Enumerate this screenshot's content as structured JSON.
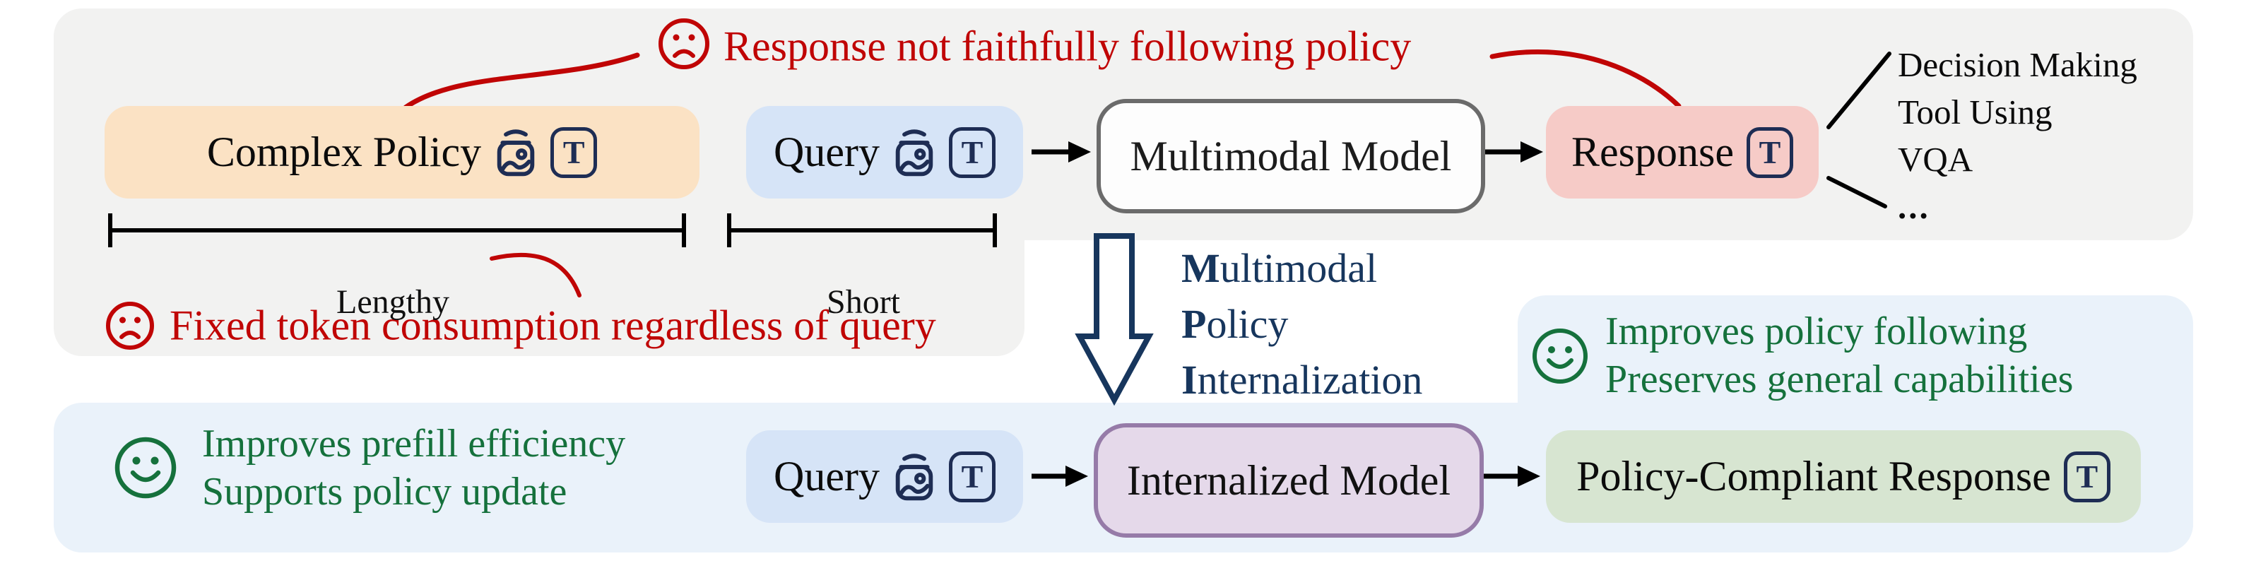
{
  "colors": {
    "panel_gray": "#f2f2f1",
    "panel_blue": "#eaf2fa",
    "complex_policy_fill": "#fbe2c4",
    "query_fill": "#d6e4f7",
    "model_border": "#6b6b6b",
    "response_fill": "#f6cbc7",
    "internalized_fill": "#e5d9ea",
    "internalized_border": "#967ba8",
    "compliant_fill": "#d7e5d1",
    "warning_red": "#c00505",
    "benefit_green": "#15713c",
    "icon_navy": "#1e2d54",
    "mpi_navy": "#17365d"
  },
  "top": {
    "warning_response": "Response not faithfully following policy",
    "complex_policy_label": "Complex Policy",
    "query_label": "Query",
    "model_label": "Multimodal Model",
    "response_label": "Response",
    "tasks": [
      "Decision Making",
      "Tool Using",
      "VQA",
      "..."
    ],
    "lengthy_label": "Lengthy",
    "short_label": "Short",
    "warning_tokens": "Fixed token consumption regardless of query"
  },
  "mpi": {
    "lines": [
      {
        "bold": "M",
        "rest": "ultimodal"
      },
      {
        "bold": "P",
        "rest": "olicy"
      },
      {
        "bold": "I",
        "rest": "nternalization"
      }
    ]
  },
  "benefits_right": {
    "line1": "Improves policy following",
    "line2": "Preserves general capabilities"
  },
  "bottom": {
    "benefit1": "Improves prefill efficiency",
    "benefit2": "Supports policy update",
    "query_label": "Query",
    "model_label": "Internalized Model",
    "response_label": "Policy-Compliant Response"
  },
  "icon_t_glyph": "T"
}
